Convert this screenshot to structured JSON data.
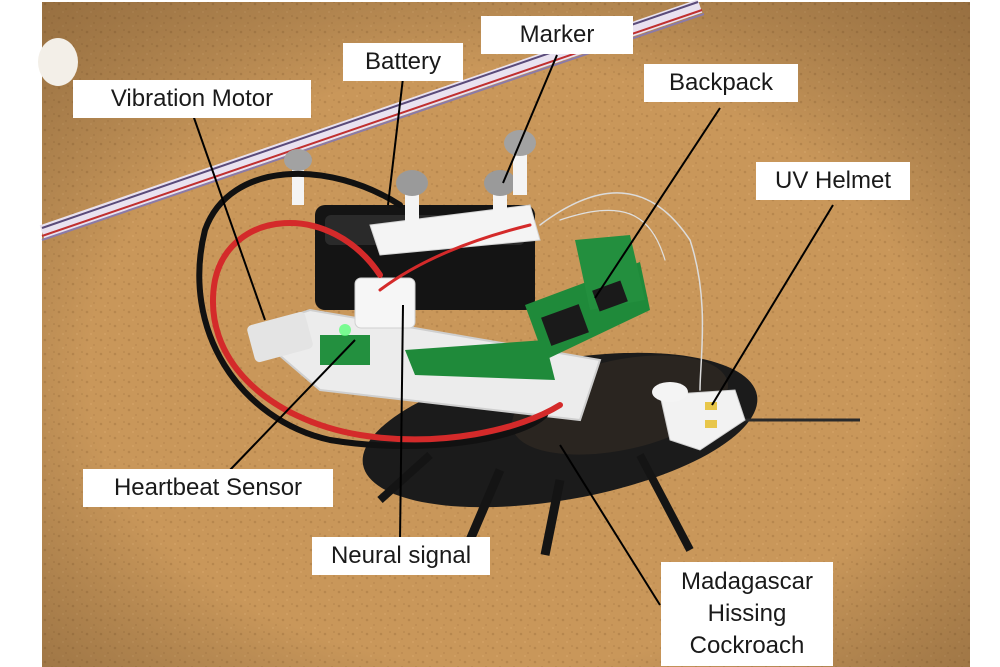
{
  "figure": {
    "labels": {
      "vibration_motor": "Vibration Motor",
      "battery": "Battery",
      "marker": "Marker",
      "backpack": "Backpack",
      "uv_helmet": "UV Helmet",
      "heartbeat_sensor": "Heartbeat Sensor",
      "neural_signal": "Neural signal",
      "cockroach_line1": "Madagascar",
      "cockroach_line2": "Hissing",
      "cockroach_line3": "Cockroach"
    },
    "colors": {
      "cork": "#c9975a",
      "cork_dark": "#a87a43",
      "cockroach": "#1b1b1b",
      "wire_red": "#d42a2a",
      "wire_black": "#111111",
      "pcb_green": "#1f8a3a",
      "plastic_white": "#f2f2f2",
      "label_bg": "#ffffff",
      "leader_line": "#000000"
    }
  }
}
